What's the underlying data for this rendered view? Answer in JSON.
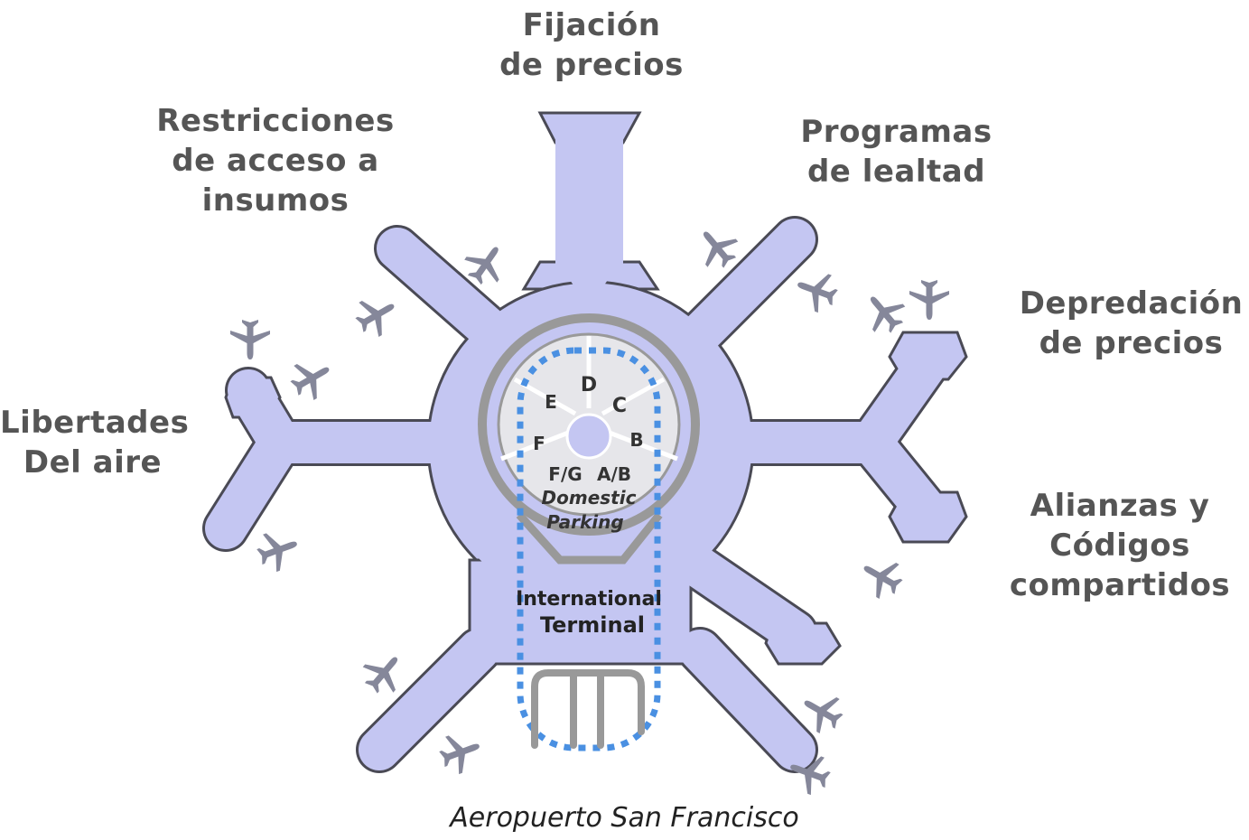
{
  "labels": {
    "pricing": [
      "Fijación",
      "de precios"
    ],
    "input_access": [
      "Restricciones",
      "de acceso a",
      "insumos"
    ],
    "loyalty": [
      "Programas",
      "de lealtad"
    ],
    "predatory": [
      "Depredación",
      "de precios"
    ],
    "freedoms": [
      "Libertades",
      "Del aire"
    ],
    "alliances": [
      "Alianzas y",
      "Códigos",
      "compartidos"
    ]
  },
  "map": {
    "lots": [
      "D",
      "E",
      "C",
      "F",
      "B",
      "F/G",
      "A/B"
    ],
    "parking": [
      "Domestic",
      "Parking"
    ],
    "terminal": [
      "International",
      "Terminal"
    ]
  },
  "caption": "Aeropuerto San Francisco",
  "colors": {
    "terminal_fill": "#c4c6f2",
    "terminal_stroke": "#4a4a55",
    "airplane": "#85879a",
    "ring": "#999999",
    "dotted": "#4a90e2",
    "label_text": "#555555"
  }
}
